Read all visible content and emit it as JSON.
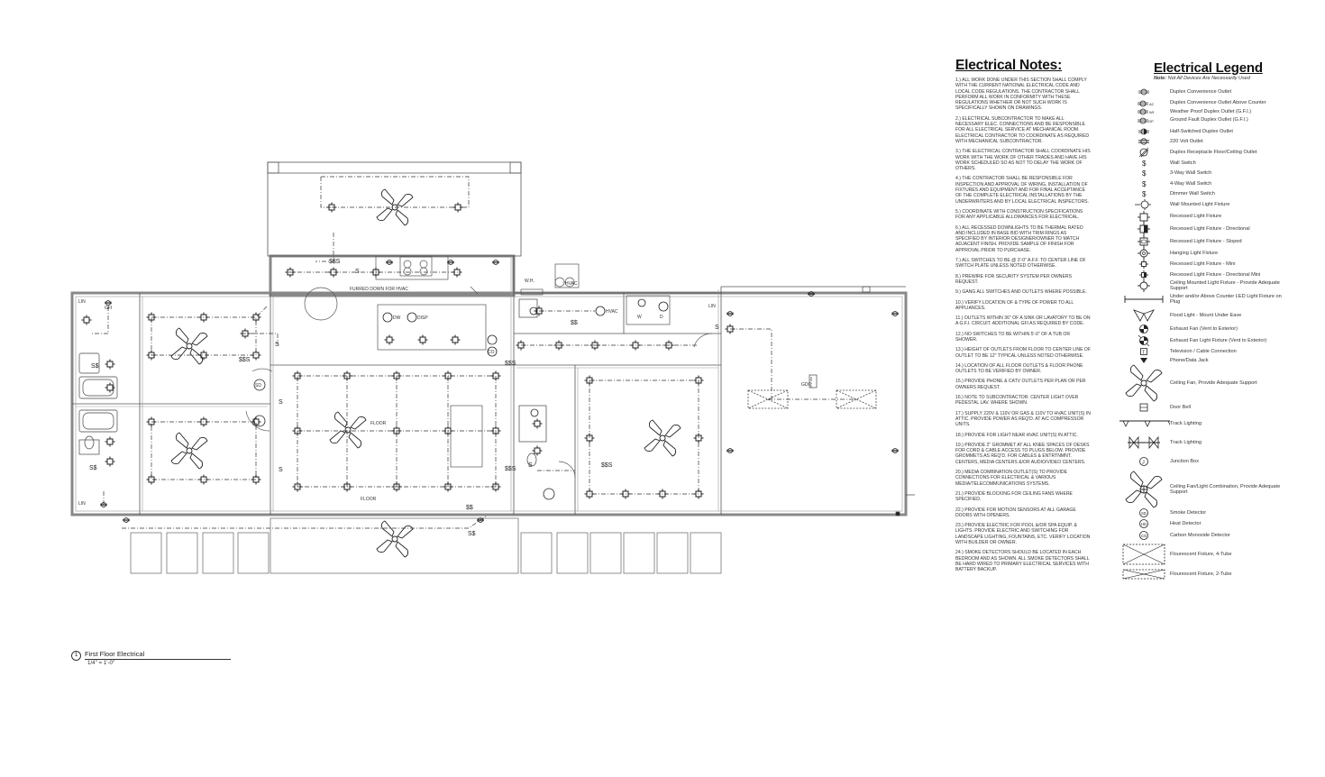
{
  "notes": {
    "title": "Electrical Notes:",
    "items": [
      "1.) ALL WORK DONE UNDER THIS SECTION SHALL COMPLY WITH THE CURRENT NATIONAL ELECTRICAL CODE AND LOCAL CODE REGULATIONS. THE CONTRACTOR SHALL PERFORM ALL WORK IN CONFORMITY WITH THESE REGULATIONS WHETHER OR NOT SUCH WORK IS SPECIFICALLY SHOWN ON DRAWINGS.",
      "2.) ELECTRICAL SUBCONTRACTOR TO MAKE ALL NECESSARY ELEC. CONNECTIONS AND BE RESPONSIBLE FOR ALL ELECTRICAL SERVICE AT MECHANICAL ROOM. ELECTRICAL CONTRACTOR TO COORDINATE AS REQUIRED WITH MECHANICAL SUBCONTRACTOR.",
      "3.) THE ELECTRICAL CONTRACTOR SHALL COORDINATE HIS WORK WITH THE WORK OF OTHER TRADES AND HAVE HIS WORK SCHEDULED SO AS NOT TO DELAY THE WORK OF OTHERS.",
      "4.) THE CONTRACTOR SHALL BE RESPONSIBLE FOR INSPECTION AND APPROVAL OF WIRING, INSTALLATION OF FIXTURES AND EQUIPMENT AND FOR FINAL ACCEPTANCE OF THE COMPLETE ELECTRICAL INSTALLATIONS BY THE UNDERWRITERS AND BY LOCAL ELECTRICAL INSPECTORS.",
      "5.) COORDINATE WITH CONSTRUCTION SPECIFICATIONS FOR ANY APPLICABLE ALLOWANCES FOR ELECTRICAL.",
      "6.) ALL RECESSED DOWNLIGHTS TO BE THERMAL RATED AND INCLUDED IN BASE BID WITH TRIM RINGS AS SPECIFIED BY INTERIOR DESIGNER/OWNER TO MATCH ADJACENT FINISH. PROVIDE SAMPLE OF FINISH FOR APPROVAL PRIOR TO PURCHASE.",
      "7.) ALL SWITCHES TO BE @ 3'-0\" A.F.F. TO CENTER LINE OF SWITCH PLATE UNLESS NOTED OTHERWISE.",
      "8.) PREWIRE FOR SECURITY SYSTEM PER OWNERS REQUEST.",
      "9.) GANG ALL SWITCHES AND OUTLETS WHERE POSSIBLE.",
      "10.) VERIFY LOCATION OF & TYPE OF POWER TO ALL APPLIANCES.",
      "11.) OUTLETS WITHIN 36\" OF A SINK OR LAVATORY TO BE ON A G.F.I. CIRCUIT. ADDITIONAL GFI AS REQUIRED BY CODE.",
      "12.) NO SWITCHES TO BE WITHIN 5'-0\" OF A TUB OR SHOWER.",
      "13.) HEIGHT OF OUTLETS FROM FLOOR TO CENTER LINE OF OUTLET TO BE 12\" TYPICAL UNLESS NOTED OTHERWISE.",
      "14.) LOCATION OF ALL FLOOR OUTLETS & FLOOR PHONE OUTLETS TO BE VERIFIED BY OWNER.",
      "15.) PROVIDE PHONE & CATV OUTLETS PER PLAN OR PER OWNERS REQUEST.",
      "16.) NOTE TO SUBCONTRACTOR: CENTER LIGHT OVER PEDESTAL LAV. WHERE SHOWN.",
      "17.) SUPPLY 220v & 110v OR GAS & 110v TO HVAC UNIT(S) IN ATTIC. PROVIDE POWER AS REQ'D. AT A/C COMPRESSOR UNITS.",
      "18.) PROVIDE FOR LIGHT NEAR HVAC UNIT(S) IN ATTIC.",
      "19.) PROVIDE 2\" GROMMET AT ALL KNEE SPACES OF DESKS FOR CORD & CABLE ACCESS TO PLUGS BELOW. PROVIDE GROMMETS AS REQ'D. FOR CABLES & ENTRTNMNT. CENTERS, MEDIA CENTERS &/OR AUDIO/VIDEO CENTERS.",
      "20.) MEDIA COMBINATION OUTLET(S) TO PROVIDE CONNECTIONS FOR ELECTRICAL & VARIOUS MEDIA/TELECOMMUNICATIONS SYSTEMS.",
      "21.) PROVIDE BLOCKING FOR CEILING FANS WHERE SPECIFIED.",
      "22.) PROVIDE FOR MOTION SENSORS AT ALL GARAGE DOORS WITH OPENERS.",
      "23.) PROVIDE ELECTRIC FOR POOL &/OR SPA EQUIP. & LIGHTS. PROVIDE ELECTRIC AND SWITCHING FOR LANDSCAPE LIGHTING, FOUNTAINS, ETC. VERIFY LOCATION WITH BUILDER OR OWNER.",
      "24.) SMOKE DETECTORS SHOULD BE LOCATED IN EACH BEDROOM AND AS SHOWN. ALL SMOKE DETECTORS SHALL BE HARD WIRED TO PRIMARY ELECTRICAL SERVICES WITH BATTERY BACKUP."
    ]
  },
  "legend": {
    "title": "Electrical Legend",
    "note_label": "Note:",
    "note_text": "Not All Devices Are Necessarily Used",
    "items": [
      {
        "label": "Duplex Convenience Outlet",
        "icon": "duplex-outlet"
      },
      {
        "label": "Duplex Convenience Outlet Above Counter",
        "icon": "duplex-outlet-counter"
      },
      {
        "label": "Weather Proof Duplex Outlet (G.F.I.)",
        "icon": "wp-outlet"
      },
      {
        "label": "Ground Fault Duplex Outlet (G.F.I.)",
        "icon": "gfi-outlet"
      },
      {
        "label": "Half-Switched Duplex Outlet",
        "icon": "half-switched-outlet"
      },
      {
        "label": "220 Volt Outlet",
        "icon": "220v-outlet"
      },
      {
        "label": "Duplex Receptacle Floor/Ceiling Outlet",
        "icon": "floor-outlet"
      },
      {
        "label": "Wall Switch",
        "icon": "switch"
      },
      {
        "label": "3-Way Wall Switch",
        "icon": "switch-3way"
      },
      {
        "label": "4-Way Wall Switch",
        "icon": "switch-4way"
      },
      {
        "label": "Dimmer Wall Switch",
        "icon": "switch-dimmer"
      },
      {
        "label": "Wall Mounted Light Fixture",
        "icon": "wall-light"
      },
      {
        "label": "Recessed Light Fixture",
        "icon": "recessed-light"
      },
      {
        "label": "Recessed Light Fixture - Directional",
        "icon": "recessed-directional"
      },
      {
        "label": "Recessed Light Fixture - Sloped",
        "icon": "recessed-sloped"
      },
      {
        "label": "Hanging Light Fixture",
        "icon": "hanging-light"
      },
      {
        "label": "Recessed Light Fixture - Mini",
        "icon": "recessed-mini"
      },
      {
        "label": "Recessed Light Fixture - Directional Mini",
        "icon": "recessed-directional-mini"
      },
      {
        "label": "Ceiling Mounted Light Fixture - Provide Adequate Support",
        "icon": "ceiling-light"
      },
      {
        "label": "Under and/or Above Counter LED Light Fixture on Plug",
        "icon": "led-strip"
      },
      {
        "label": "Flood Light - Mount Under Eave",
        "icon": "flood-light"
      },
      {
        "label": "Exhaust Fan (Vent to Exterior)",
        "icon": "exhaust-fan"
      },
      {
        "label": "Exhaust Fan Light Fixture (Vent to Exterior)",
        "icon": "exhaust-fan-light"
      },
      {
        "label": "Television / Cable Connection",
        "icon": "tv"
      },
      {
        "label": "Phone/Data Jack",
        "icon": "phone"
      },
      {
        "label": "Ceiling Fan, Provide Adequate Support",
        "icon": "ceiling-fan"
      },
      {
        "label": "Door Bell",
        "icon": "door-bell"
      },
      {
        "label": "Track Lighting",
        "icon": "track-lighting"
      },
      {
        "label": "Track Lighting",
        "icon": "track-lighting-2"
      },
      {
        "label": "Junction Box",
        "icon": "junction-box"
      },
      {
        "label": "Ceiling Fan/Light Combination, Provide Adequate Support",
        "icon": "fan-light"
      },
      {
        "label": "Smoke Detector",
        "icon": "smoke-detector"
      },
      {
        "label": "Heat Detector",
        "icon": "heat-detector"
      },
      {
        "label": "Carbon Monoxide Detector",
        "icon": "co-detector"
      },
      {
        "label": "Flourescent Fixture, 4-Tube",
        "icon": "fluor-4"
      },
      {
        "label": "Flourescent Fixture, 2-Tube",
        "icon": "fluor-2"
      }
    ]
  },
  "plan": {
    "caption_number": "1",
    "caption_title": "First Floor Electrical",
    "caption_scale": "1/4\" = 1'-0\"",
    "labels": {
      "furred": "FURRED DOWN FOR HVAC",
      "floor1": "FLOOR",
      "floor2": "FLOOR",
      "wh": "W.H.",
      "hvac1": "HVAC",
      "hvac2": "HVAC",
      "w": "W",
      "d": "D",
      "disp": "DISP",
      "dw": "DW",
      "lin1": "LIN",
      "lin2": "LIN",
      "lin3": "LIN",
      "gfi": "GFI",
      "sd": "SD",
      "co": "CO",
      "gdo": "GDO"
    }
  }
}
